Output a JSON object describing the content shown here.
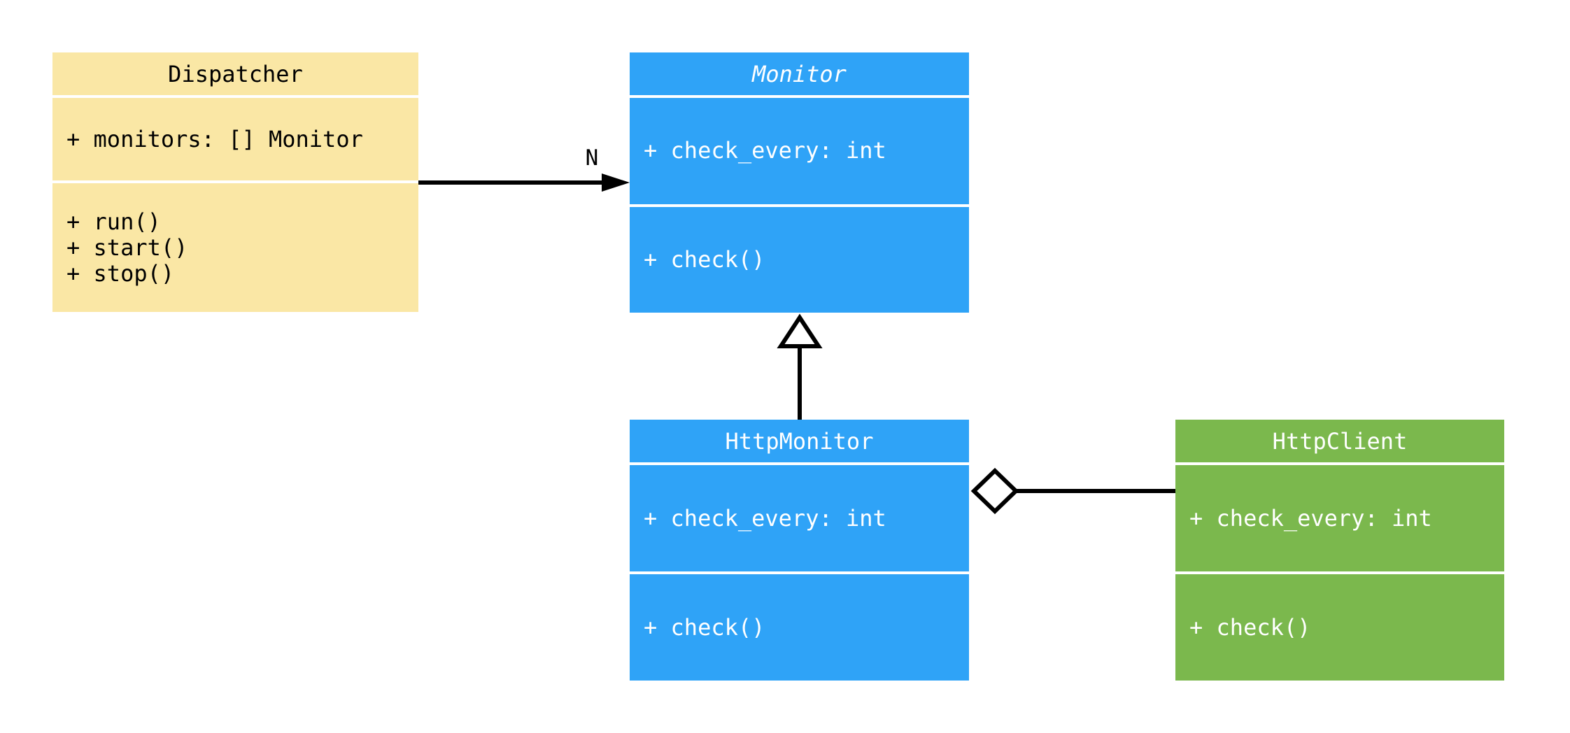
{
  "diagram": {
    "type": "uml-class-diagram",
    "background_color": "#ffffff",
    "line_color": "#000000"
  },
  "classes": [
    {
      "id": "dispatcher",
      "name": "Dispatcher",
      "abstract": false,
      "color": "#FAE7A5",
      "text_color": "#000000",
      "attributes": [
        "+ monitors: [] Monitor"
      ],
      "methods": [
        "+ run()",
        "+ start()",
        "+ stop()"
      ]
    },
    {
      "id": "monitor",
      "name": "Monitor",
      "abstract": true,
      "color": "#2FA3F7",
      "text_color": "#ffffff",
      "attributes": [
        "+ check_every: int"
      ],
      "methods": [
        "+ check()"
      ]
    },
    {
      "id": "http-monitor",
      "name": "HttpMonitor",
      "abstract": false,
      "color": "#2FA3F7",
      "text_color": "#ffffff",
      "attributes": [
        "+ check_every: int"
      ],
      "methods": [
        "+ check()"
      ]
    },
    {
      "id": "http-client",
      "name": "HttpClient",
      "abstract": false,
      "color": "#7BB84D",
      "text_color": "#ffffff",
      "attributes": [
        "+ check_every: int"
      ],
      "methods": [
        "+ check()"
      ]
    }
  ],
  "relationships": [
    {
      "from": "Dispatcher",
      "to": "Monitor",
      "type": "association",
      "multiplicity": "N"
    },
    {
      "from": "HttpMonitor",
      "to": "Monitor",
      "type": "inheritance",
      "multiplicity": ""
    },
    {
      "from": "HttpMonitor",
      "to": "HttpClient",
      "type": "aggregation",
      "multiplicity": ""
    }
  ]
}
